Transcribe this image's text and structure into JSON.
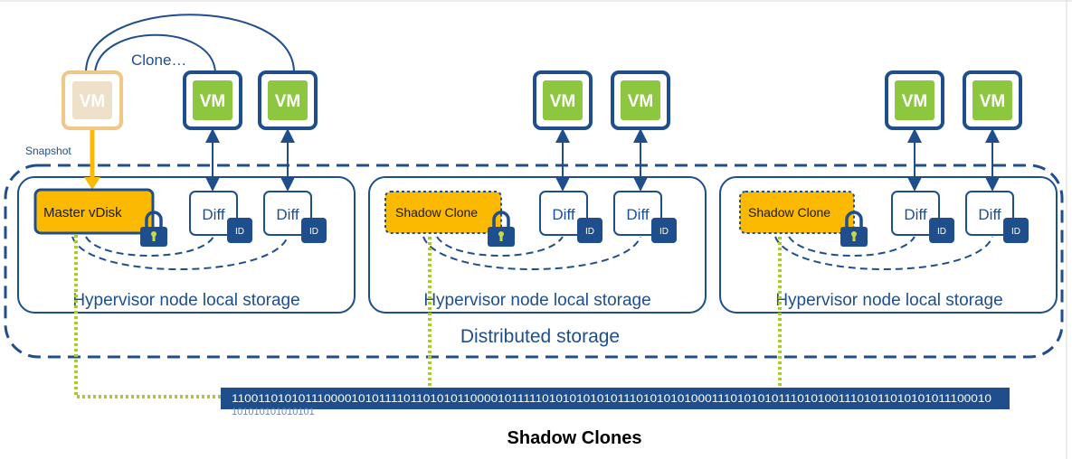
{
  "colors": {
    "navy": "#1f4e8c",
    "vm_green": "#8dc63f",
    "vm_faded": "#efe1c9",
    "master_orange": "#fbb900",
    "dotted_green": "#a8c83a",
    "lock_blue": "#1f4e8c",
    "binary_bar": "#1f4e8c"
  },
  "icons": {
    "vm": "vm-icon",
    "lock": "padlock-icon",
    "id_badge": "id-badge-icon"
  },
  "annotations": {
    "clone": "Clone…",
    "snapshot": "Snapshot"
  },
  "vm_label": "VM",
  "diff_label": "Diff",
  "id_label": "ID",
  "nodes": [
    {
      "disk_label": "Master vDisk",
      "storage_label": "Hypervisor node local storage"
    },
    {
      "disk_label": "Shadow Clone",
      "storage_label": "Hypervisor node local storage"
    },
    {
      "disk_label": "Shadow Clone",
      "storage_label": "Hypervisor node local storage"
    }
  ],
  "distributed_label": "Distributed storage",
  "binary": {
    "line1": "110011010101110000101011110110101011000010111110101010101011101010101000111010101011101010011101011010101011100010",
    "line2": "101010101010101"
  },
  "title": "Shadow Clones"
}
